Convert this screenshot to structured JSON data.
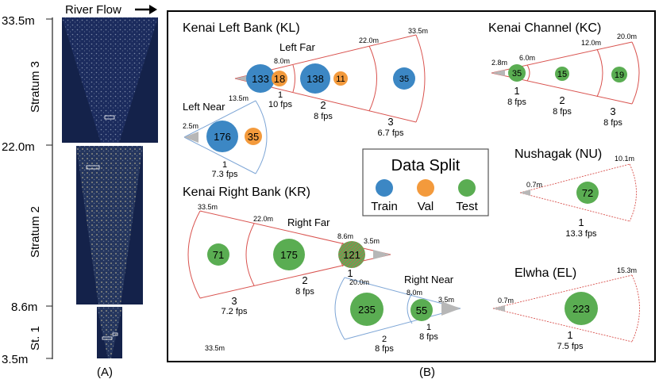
{
  "colors": {
    "train": "#3c87c4",
    "val": "#f39a3c",
    "test": "#5aad52",
    "far_wedge": "#d9534f",
    "near_wedge": "#7ea6d6",
    "sonar_origin": "#b7b7b7",
    "sonar_dark": "#14224a"
  },
  "panel_a": {
    "caption": "(A)",
    "flow_label": "River Flow",
    "ticks": [
      "33.5m",
      "22.0m",
      "8.6m",
      "3.5m"
    ],
    "strata": [
      "Stratum 3",
      "Stratum 2",
      "St. 1"
    ]
  },
  "panel_b": {
    "caption": "(B)",
    "legend": {
      "title": "Data Split",
      "items": [
        {
          "label": "Train",
          "color": "#3c87c4"
        },
        {
          "label": "Val",
          "color": "#f39a3c"
        },
        {
          "label": "Test",
          "color": "#5aad52"
        }
      ]
    },
    "kl": {
      "title": "Kenai Left Bank (KL)",
      "far_label": "Left Far",
      "near_label": "Left Near",
      "ranges_far": [
        "8.0m",
        "22.0m",
        "33.5m"
      ],
      "ranges_near": [
        "2.5m",
        "13.5m"
      ],
      "counts": {
        "s1_train": "133",
        "s1_val": "18",
        "s2_train": "138",
        "s2_val": "11",
        "s3_train": "35",
        "near_train": "176",
        "near_val": "35"
      },
      "strata": [
        {
          "num": "1",
          "fps": "10 fps"
        },
        {
          "num": "2",
          "fps": "8 fps"
        },
        {
          "num": "3",
          "fps": "6.7 fps"
        }
      ],
      "near_stratum": {
        "num": "1",
        "fps": "7.3 fps"
      }
    },
    "kc": {
      "title": "Kenai Channel (KC)",
      "ranges": [
        "2.8m",
        "6.0m",
        "12.0m",
        "20.0m"
      ],
      "counts": [
        "35",
        "15",
        "19"
      ],
      "strata": [
        {
          "num": "1",
          "fps": "8 fps"
        },
        {
          "num": "2",
          "fps": "8 fps"
        },
        {
          "num": "3",
          "fps": "8 fps"
        }
      ]
    },
    "nu": {
      "title": "Nushagak (NU)",
      "ranges": [
        "0.7m",
        "10.1m"
      ],
      "count": "72",
      "stratum": {
        "num": "1",
        "fps": "13.3 fps"
      }
    },
    "kr": {
      "title": "Kenai Right Bank (KR)",
      "far_label": "Right Far",
      "near_label": "Right Near",
      "ranges_far": [
        "33.5m",
        "22.0m",
        "8.6m",
        "3.5m"
      ],
      "ranges_near": [
        "20.0m",
        "8.0m",
        "3.5m"
      ],
      "counts": {
        "far3": "71",
        "far2": "175",
        "far1": "121",
        "near2": "235",
        "near1": "55"
      },
      "far_strata": [
        {
          "num": "3",
          "fps": "7.2 fps"
        },
        {
          "num": "2",
          "fps": "8 fps"
        },
        {
          "num": "1",
          "fps": ""
        }
      ],
      "near_strata": [
        {
          "num": "2",
          "fps": "8 fps"
        },
        {
          "num": "1",
          "fps": "8 fps"
        }
      ],
      "bottom_range": "33.5m"
    },
    "el": {
      "title": "Elwha (EL)",
      "ranges": [
        "0.7m",
        "15.3m"
      ],
      "count": "223",
      "stratum": {
        "num": "1",
        "fps": "7.5 fps"
      }
    }
  }
}
